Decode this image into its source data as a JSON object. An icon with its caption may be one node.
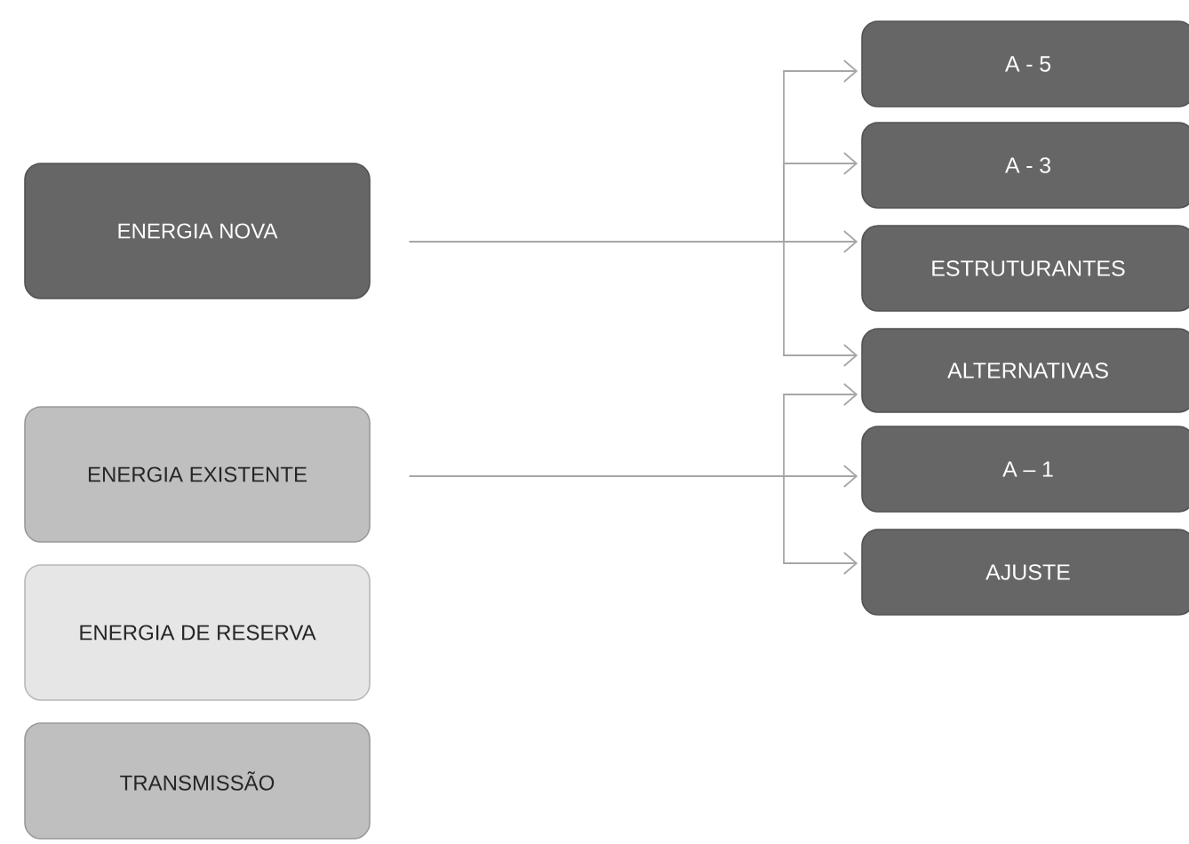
{
  "diagram": {
    "nodes": [
      {
        "text": [
          "ENERGIA NOVA"
        ]
      },
      {
        "text": [
          "ENERGIA EXISTENTE"
        ]
      },
      {
        "text": [
          "ENERGIA DE RESERVA"
        ]
      },
      {
        "text": [
          "TRANSMISSÃO"
        ]
      },
      {
        "text": [
          "A - 5"
        ]
      },
      {
        "text": [
          "A - 3"
        ]
      },
      {
        "text": [
          "ESTRUTURANTES"
        ]
      },
      {
        "text": [
          "ALTERNATIVAS"
        ]
      },
      {
        "text": [
          "A – 1"
        ]
      },
      {
        "text": [
          "AJUSTE"
        ]
      }
    ],
    "edges": [
      {
        "from": 0,
        "to": 4,
        "arrow": "to"
      },
      {
        "from": 0,
        "to": 5,
        "arrow": "to"
      },
      {
        "from": 0,
        "to": 6,
        "arrow": "to"
      },
      {
        "from": 0,
        "to": 7,
        "arrow": "to"
      },
      {
        "from": 1,
        "to": 7,
        "arrow": "to"
      },
      {
        "from": 1,
        "to": 8,
        "arrow": "to"
      },
      {
        "from": 1,
        "to": 9,
        "arrow": "to"
      }
    ]
  }
}
